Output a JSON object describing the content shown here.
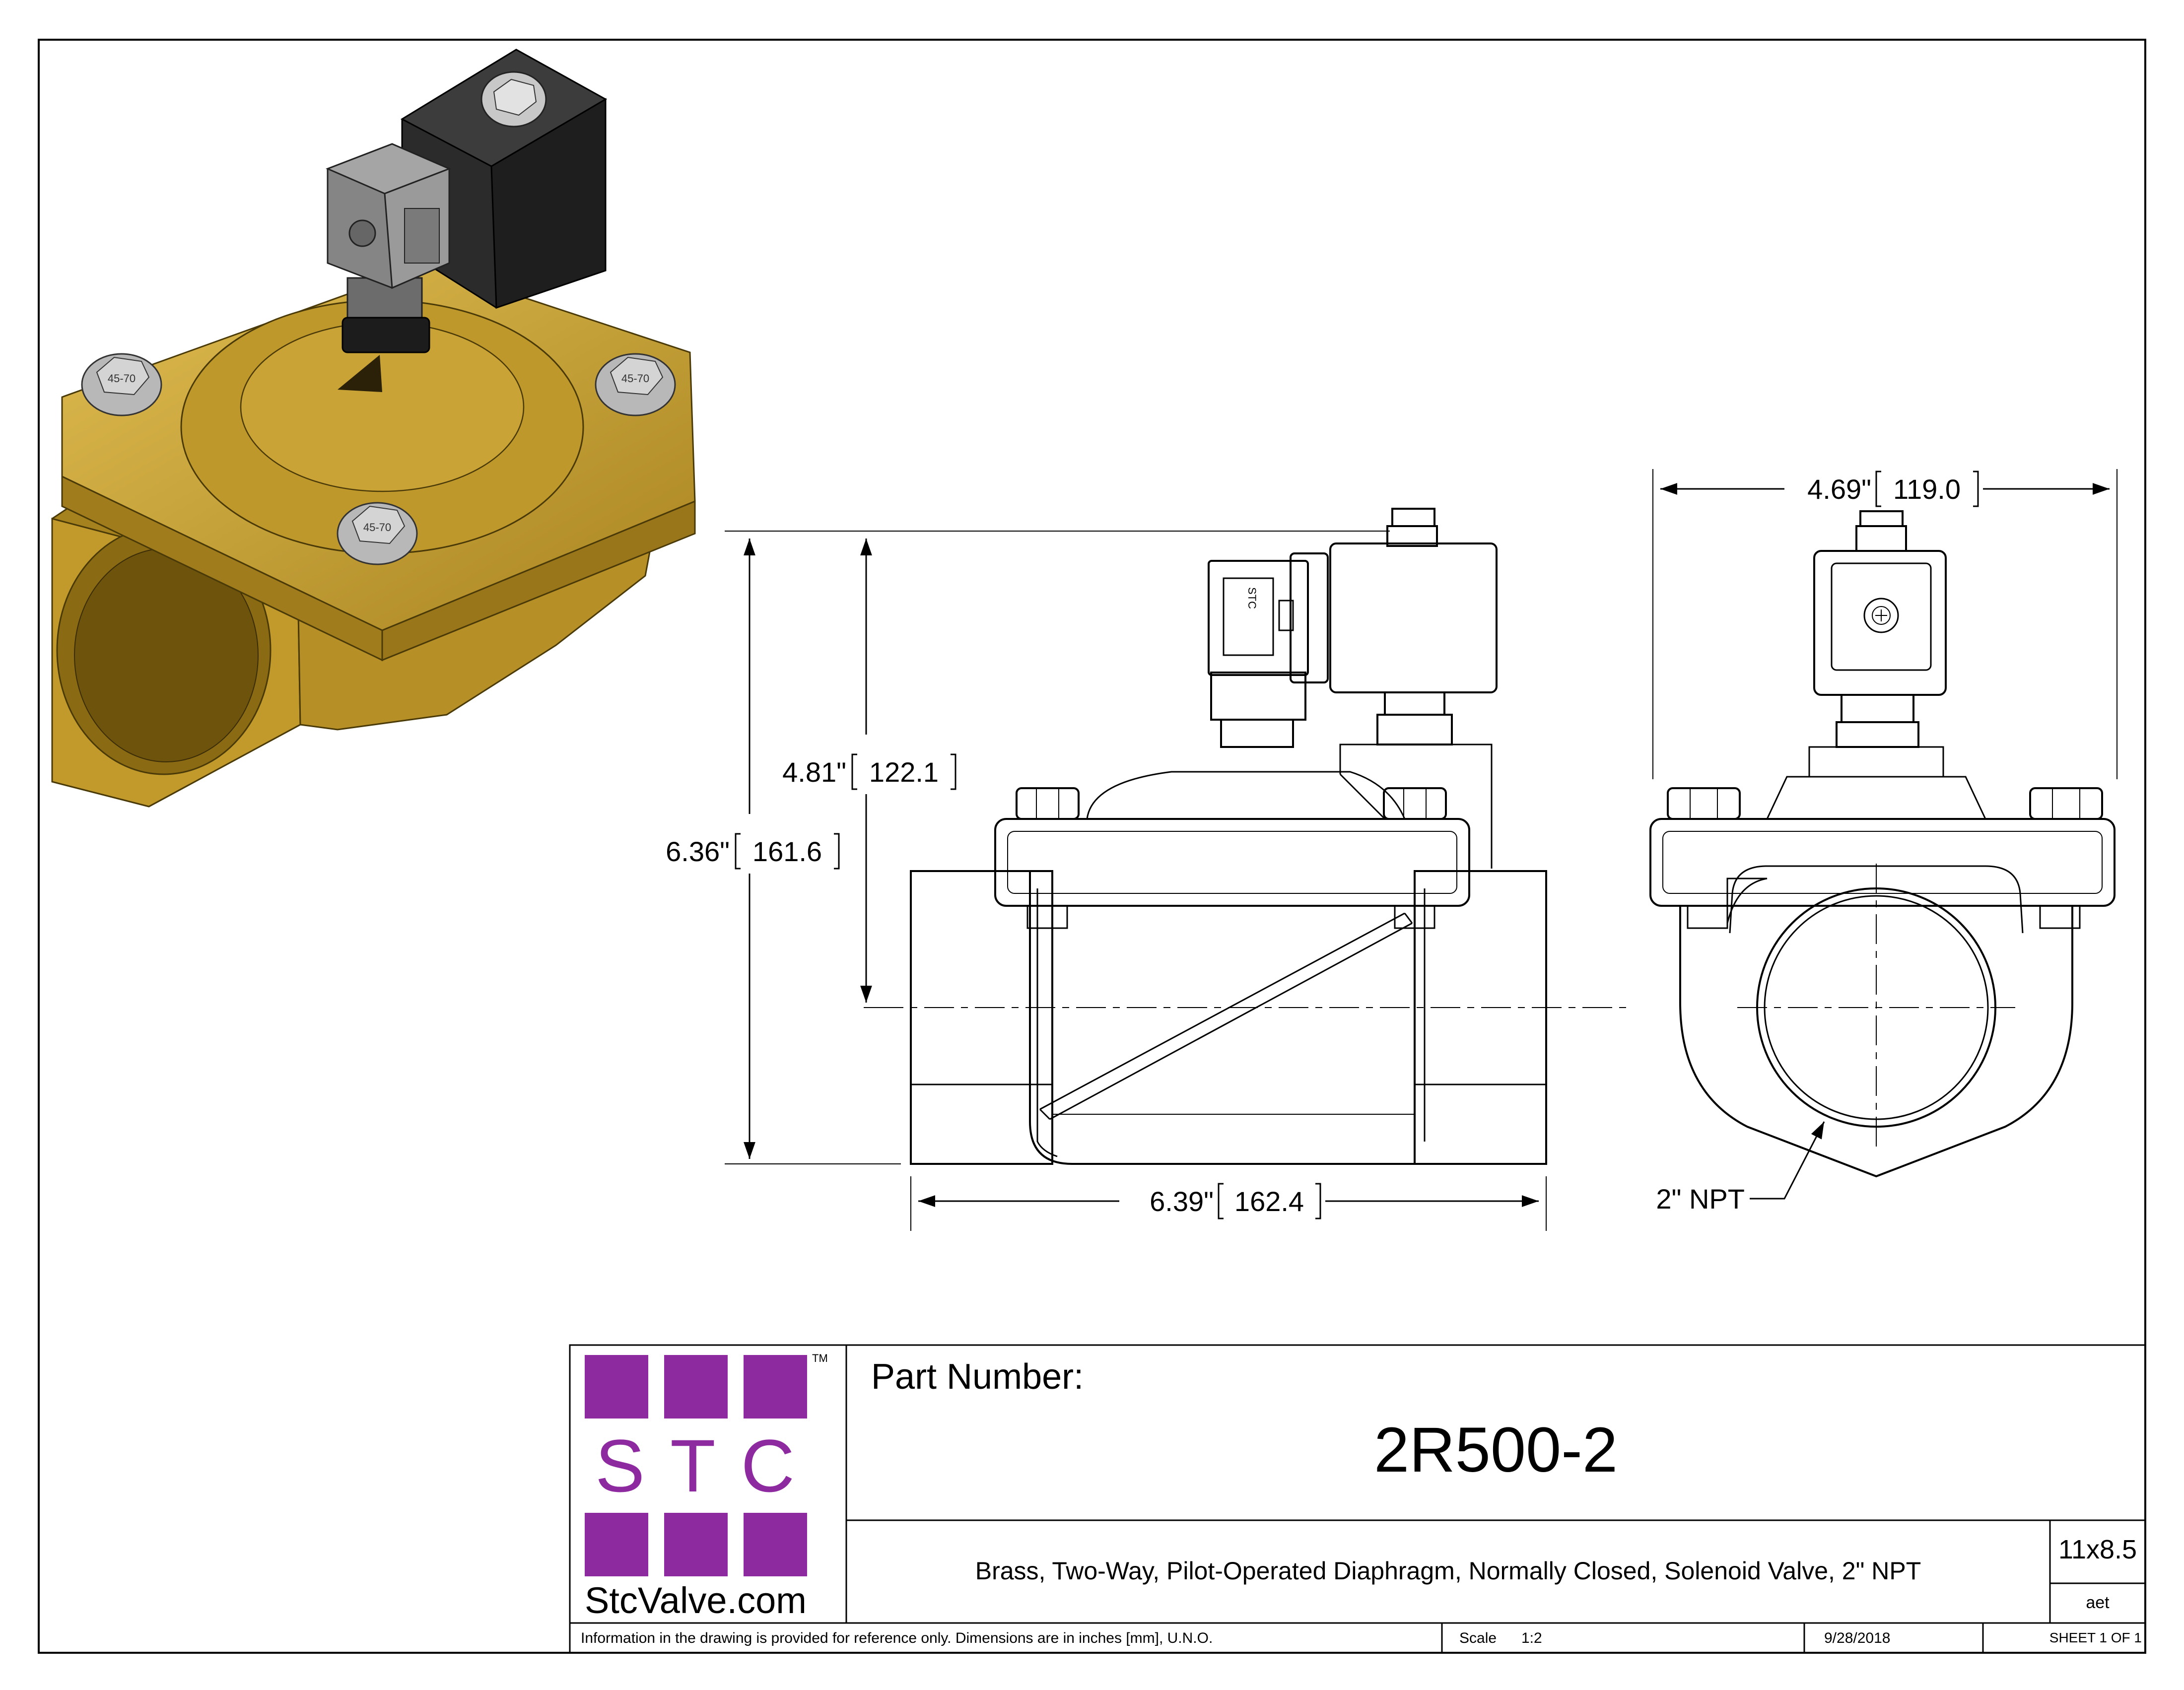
{
  "dimensions": {
    "total_height": {
      "inches": "6.36\"",
      "mm": "161.6"
    },
    "center_height": {
      "inches": "4.81\"",
      "mm": "122.1"
    },
    "length": {
      "inches": "6.39\"",
      "mm": "162.4"
    },
    "width": {
      "inches": "4.69\"",
      "mm": "119.0"
    },
    "thread_callout": "2\" NPT"
  },
  "connector_label": "STC",
  "nut_marking": "45-70",
  "title_block": {
    "logo": {
      "letters": "S T C",
      "trademark": "TM",
      "website": "StcValve.com",
      "color": "#8e2aa0"
    },
    "part_number_label": "Part Number:",
    "part_number": "2R500-2",
    "description": "Brass, Two-Way, Pilot-Operated Diaphragm, Normally Closed, Solenoid Valve, 2\" NPT",
    "sheet_size": "11x8.5",
    "drawn_by": "aet",
    "disclaimer": "Information in the drawing is provided for reference only. Dimensions are in inches [mm], U.N.O.",
    "scale_label": "Scale",
    "scale_value": "1:2",
    "date": "9/28/2018",
    "sheet": "SHEET 1 OF 1"
  },
  "colors": {
    "brass": "#c9a230",
    "coil": "#2a2a2a",
    "connector": "#8c8c8c",
    "logo_purple": "#8e2aa0"
  }
}
